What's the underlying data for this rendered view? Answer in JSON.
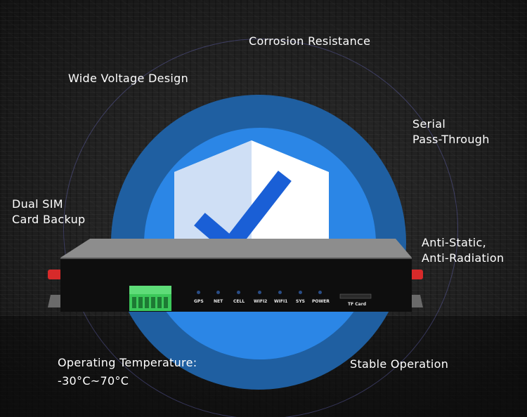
{
  "features": {
    "corrosion": "Corrosion Resistance",
    "wide_voltage": "Wide Voltage Design",
    "serial_1": "Serial",
    "serial_2": "Pass-Through",
    "dual_sim_1": "Dual SIM",
    "dual_sim_2": "Card Backup",
    "anti_static_1": "Anti-Static,",
    "anti_static_2": "Anti-Radiation",
    "operating_temp_1": "Operating Temperature:",
    "operating_temp_2": "-30°C~70°C",
    "stable": "Stable Operation"
  },
  "device": {
    "leds": [
      "GPS",
      "NET",
      "CELL",
      "WIFI2",
      "WIFI1",
      "SYS",
      "POWER"
    ],
    "tf_card": "TF Card"
  },
  "colors": {
    "accent_dark": "#1f5fa1",
    "accent": "#2b86e6",
    "check": "#1a5fd6",
    "terminal": "#3cc85a",
    "antenna": "#d82a2a"
  },
  "icons": [
    "shield-check-icon"
  ]
}
